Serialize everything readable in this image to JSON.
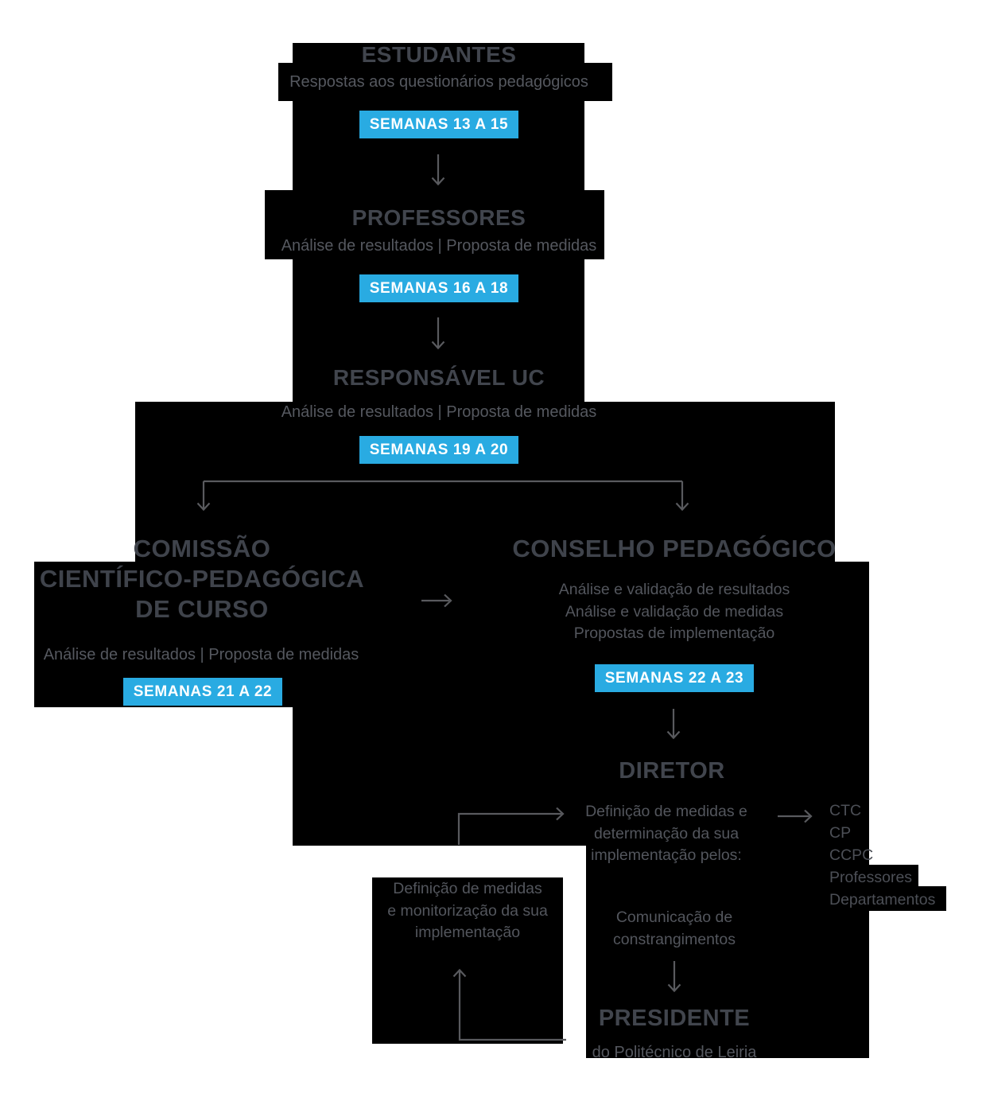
{
  "colors": {
    "accent_badge": "#29abe2",
    "panel_background": "#000000",
    "title_text": "#41454d",
    "body_text": "#53565d",
    "arrow_line": "#595a5e",
    "badge_text": "#ffffff"
  },
  "flow": {
    "estudantes": {
      "title": "ESTUDANTES",
      "subtitle": "Respostas aos questionários pedagógicos",
      "badge": "SEMANAS 13 A 15"
    },
    "professores": {
      "title": "PROFESSORES",
      "subtitle": "Análise de resultados | Proposta de medidas",
      "badge": "SEMANAS 16 A 18"
    },
    "responsavel_uc": {
      "title": "RESPONSÁVEL UC",
      "subtitle": "Análise de resultados | Proposta de medidas",
      "badge": "SEMANAS 19 A 20"
    },
    "comissao": {
      "title_lines": [
        "COMISSÃO",
        "CIENTÍFICO-PEDAGÓGICA",
        "DE CURSO"
      ],
      "subtitle": "Análise de resultados | Proposta de medidas",
      "badge": "SEMANAS 21 A 22"
    },
    "conselho": {
      "title": "CONSELHO PEDAGÓGICO",
      "lines": [
        "Análise e validação de resultados",
        "Análise e validação de medidas",
        "Propostas de implementação"
      ],
      "badge": "SEMANAS 22 A 23"
    },
    "diretor": {
      "title": "DIRETOR",
      "lines": [
        "Definição de medidas e",
        "determinação da sua",
        "implementação pelos:"
      ]
    },
    "orgaos": [
      "CTC",
      "CP",
      "CCPC",
      "Professores",
      "Departamentos"
    ],
    "comunicacao": {
      "lines": [
        "Comunicação de",
        "constrangimentos"
      ]
    },
    "monitorizacao": {
      "lines": [
        "Definição de medidas",
        "e monitorização da sua",
        "implementação"
      ]
    },
    "presidente": {
      "title": "PRESIDENTE",
      "subtitle": "do Politécnico de Leiria"
    }
  }
}
